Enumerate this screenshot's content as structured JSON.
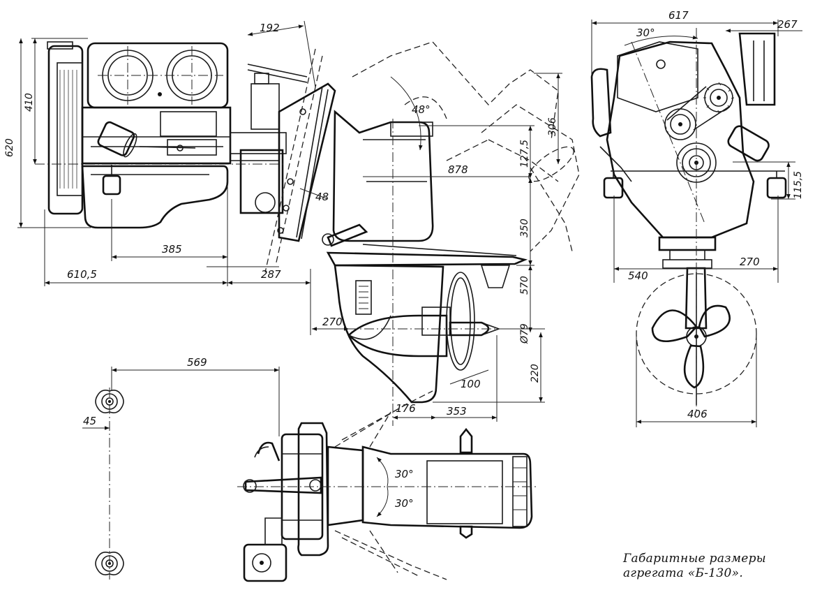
{
  "caption": {
    "line1": "Габаритные размеры",
    "line2": "агрегата «Б-130»."
  },
  "dimensions": {
    "d192": "192",
    "d410": "410",
    "d620": "620",
    "d385": "385",
    "d610_5": "610,5",
    "d287": "287",
    "d48": "48",
    "d878": "878",
    "d306": "306",
    "d127_5": "127,5",
    "d350": "350",
    "d570": "570",
    "d270_side": "270",
    "d79": "Ø79",
    "d220": "220",
    "d100": "100",
    "d176": "176",
    "d353": "353",
    "d569": "569",
    "d45": "45",
    "d617": "617",
    "d267": "267",
    "d115_5": "115,5",
    "d540": "540",
    "d270_front": "270",
    "d406": "406"
  },
  "angles": {
    "a48": "48°",
    "a30_front": "30°",
    "a30_top_upper": "30°",
    "a30_top_lower": "30°"
  }
}
